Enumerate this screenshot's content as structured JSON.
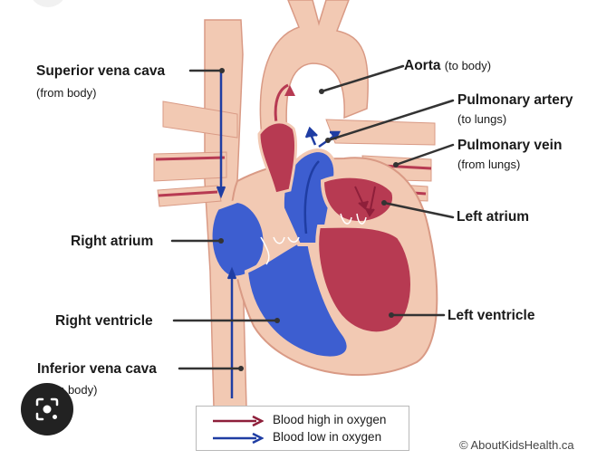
{
  "labels": {
    "superior_vena_cava": {
      "name": "Superior vena cava",
      "note": "(from body)"
    },
    "aorta": {
      "name": "Aorta",
      "note": "(to body)"
    },
    "pulmonary_artery": {
      "name": "Pulmonary artery",
      "note": "(to lungs)"
    },
    "pulmonary_vein": {
      "name": "Pulmonary vein",
      "note": "(from lungs)"
    },
    "left_atrium": {
      "name": "Left atrium"
    },
    "right_atrium": {
      "name": "Right atrium"
    },
    "left_ventricle": {
      "name": "Left ventricle"
    },
    "right_ventricle": {
      "name": "Right ventricle"
    },
    "inferior_vena_cava": {
      "name": "Inferior vena cava",
      "note": "(from body)"
    }
  },
  "legend": [
    {
      "label": "Blood high in oxygen",
      "color": "#8e1f3a"
    },
    {
      "label": "Blood low in oxygen",
      "color": "#1f3da3"
    }
  ],
  "copyright": "© AboutKidsHealth.ca",
  "colors": {
    "tissue": "#f2c9b3",
    "tissue_outline": "#d99a85",
    "oxygen_high": "#b73a52",
    "oxygen_low": "#3d5ed0"
  },
  "icons": {
    "lens_button": "lens-icon"
  }
}
